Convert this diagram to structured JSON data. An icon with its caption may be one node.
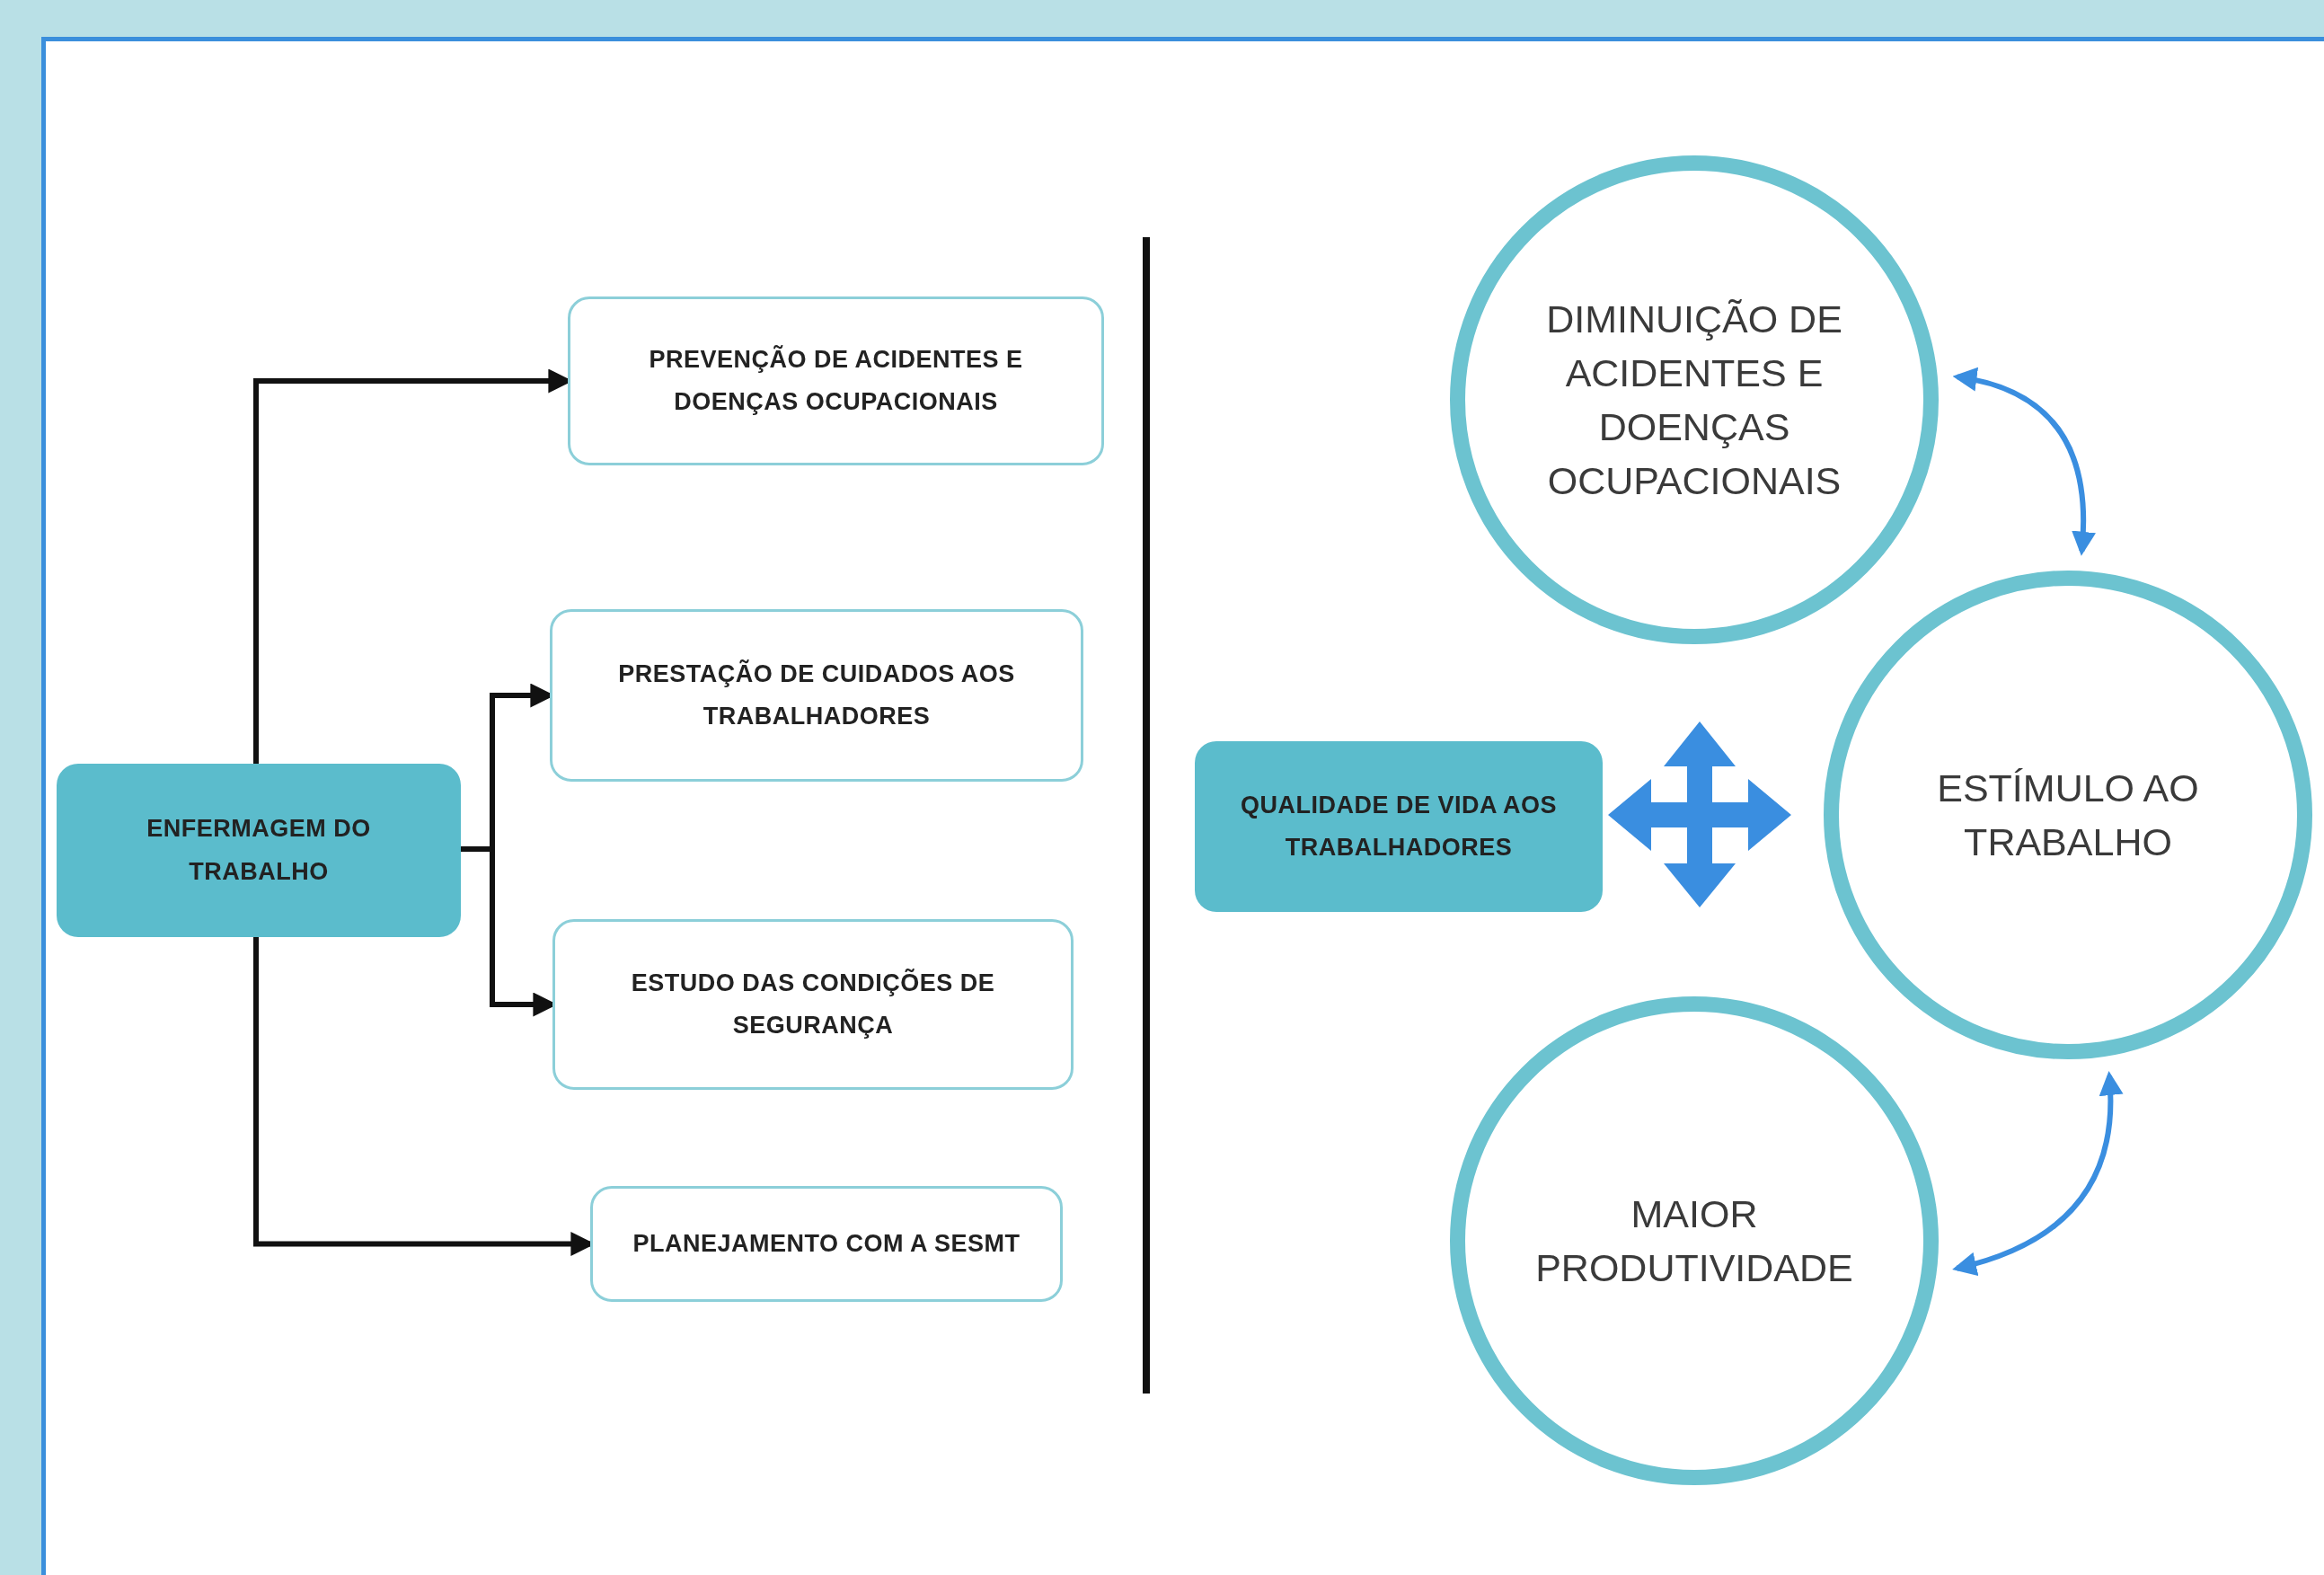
{
  "diagram": {
    "nodes": [
      {
        "text": [
          "ENFERMAGEM DO TRABALHO"
        ]
      },
      {
        "text": [
          "PREVENÇÃO DE ACIDENTES E DOENÇAS OCUPACIONAIS"
        ]
      },
      {
        "text": [
          "PRESTAÇÃO DE CUIDADOS AOS TRABALHADORES"
        ]
      },
      {
        "text": [
          "ESTUDO DAS CONDIÇÕES DE SEGURANÇA"
        ]
      },
      {
        "text": [
          "PLANEJAMENTO COM A SESMT"
        ]
      },
      {
        "text": [
          "QUALIDADE DE VIDA AOS TRABALHADORES"
        ]
      },
      {
        "text": [
          "DIMINUIÇÃO DE ACIDENTES E DOENÇAS OCUPACIONAIS"
        ]
      },
      {
        "text": [
          "ESTÍMULO AO TRABALHO"
        ]
      },
      {
        "text": [
          "MAIOR PRODUTIVIDADE"
        ]
      }
    ],
    "edges": [
      {
        "from": 0,
        "to": 1,
        "arrow": "to"
      },
      {
        "from": 0,
        "to": 2,
        "arrow": "to"
      },
      {
        "from": 0,
        "to": 3,
        "arrow": "to"
      },
      {
        "from": 0,
        "to": 4,
        "arrow": "to"
      },
      {
        "from": 6,
        "to": 7,
        "arrow": "both",
        "color": "#3a8ee0"
      },
      {
        "from": 7,
        "to": 8,
        "arrow": "both",
        "color": "#3a8ee0"
      }
    ]
  }
}
